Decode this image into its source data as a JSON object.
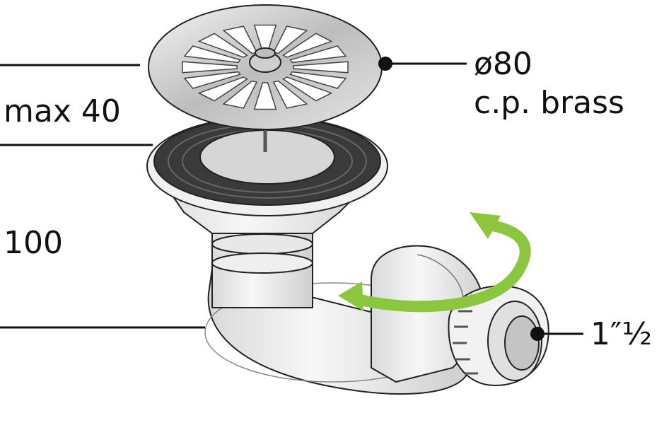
{
  "labels": {
    "height_top": "max 40",
    "height_bottom": "100",
    "diameter": "ø80",
    "material": "c.p. brass",
    "outlet": "1″½"
  },
  "icons": {
    "rotation": "rotate-arrow-icon"
  },
  "colors": {
    "arrow": "#8cc63f",
    "gasket": "#3a3a3a",
    "line": "#111111"
  }
}
